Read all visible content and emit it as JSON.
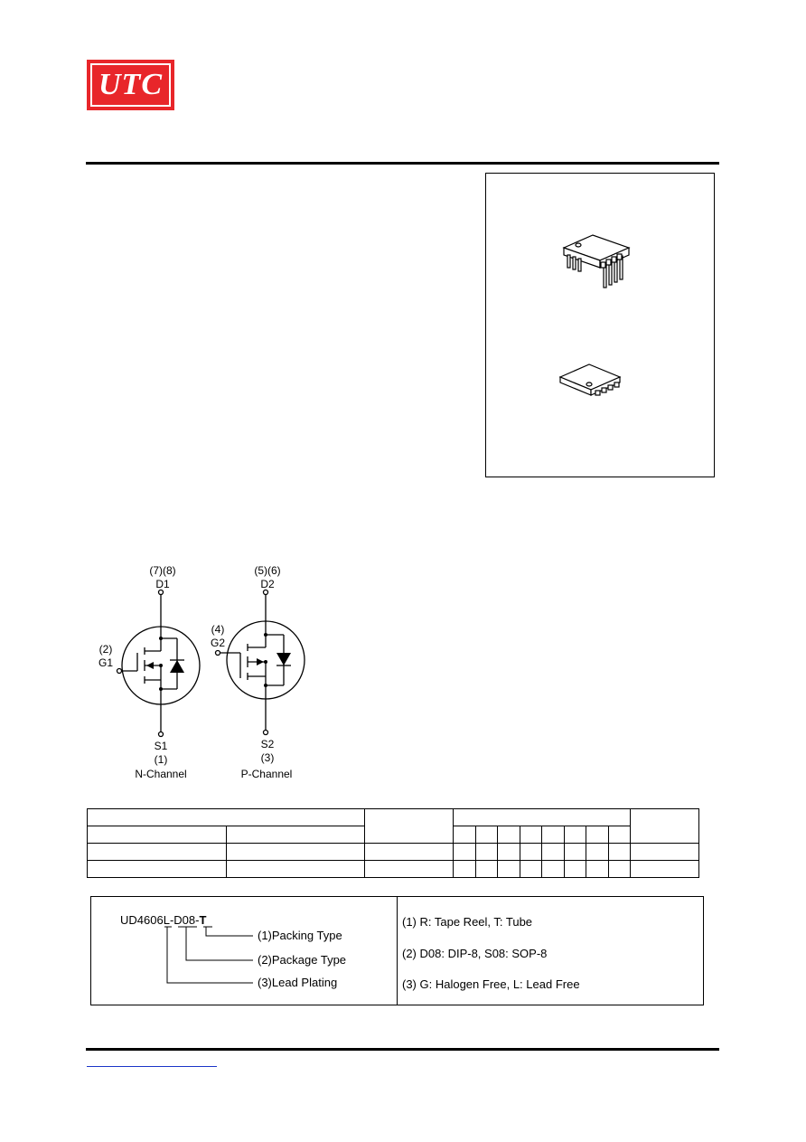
{
  "header": {
    "logo_text": "UTC",
    "logo_color": "#e8262a"
  },
  "packages": [
    {
      "icon": "dip8-package-icon"
    },
    {
      "icon": "sop8-package-icon"
    }
  ],
  "symbols": {
    "n_channel": {
      "drain_pins": "(7)(8)",
      "drain_label": "D1",
      "gate_pin": "(2)",
      "gate_label": "G1",
      "source_label": "S1",
      "source_pin": "(1)",
      "caption": "N-Channel"
    },
    "p_channel": {
      "drain_pins": "(5)(6)",
      "drain_label": "D2",
      "gate_pin": "(4)",
      "gate_label": "G2",
      "source_label": "S2",
      "source_pin": "(3)",
      "caption": "P-Channel"
    }
  },
  "marking": {
    "part_prefix": "UD4606",
    "part_plating": "L",
    "part_dash1": "-",
    "part_package": "D08",
    "part_dash2": "-",
    "part_packing": "T",
    "legend": [
      {
        "num": "(1)",
        "text": "Packing Type"
      },
      {
        "num": "(2)",
        "text": "Package Type"
      },
      {
        "num": "(3)",
        "text": "Lead Plating"
      }
    ],
    "notes": [
      "(1) R: Tape Reel, T: Tube",
      "(2) D08: DIP-8, S08: SOP-8",
      "(3) G: Halogen Free, L: Lead Free"
    ]
  }
}
